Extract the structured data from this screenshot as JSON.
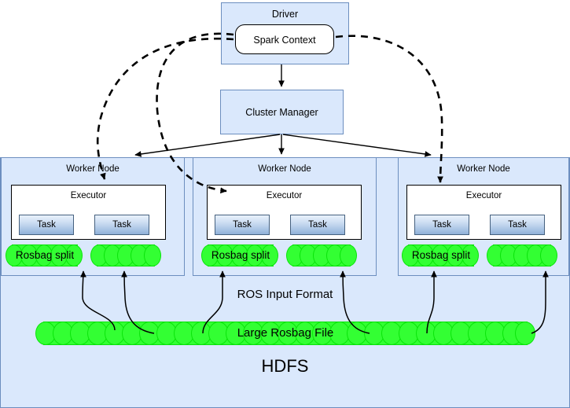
{
  "diagram": {
    "title_hdfs": "HDFS",
    "driver": {
      "label": "Driver",
      "spark_context": "Spark Context"
    },
    "cluster_manager": {
      "label": "Cluster Manager"
    },
    "worker_nodes": [
      {
        "label": "Worker Node",
        "executor": "Executor",
        "tasks": [
          "Task",
          "Task"
        ],
        "split_label": "Rosbag split"
      },
      {
        "label": "Worker Node",
        "executor": "Executor",
        "tasks": [
          "Task",
          "Task"
        ],
        "split_label": "Rosbag split"
      },
      {
        "label": "Worker Node",
        "executor": "Executor",
        "tasks": [
          "Task",
          "Task"
        ],
        "split_label": "Rosbag split"
      }
    ],
    "ros_input_format": "ROS Input Format",
    "large_rosbag_file": "Large Rosbag File",
    "colors": {
      "box_fill": "#dae8fc",
      "box_border": "#6c8ebf",
      "cylinder_green": "#33ff33",
      "cylinder_edge": "#0ae40a",
      "task_gradient_top": "#e8f1fb",
      "task_gradient_bottom": "#8fb0d8",
      "line": "#000000"
    }
  }
}
